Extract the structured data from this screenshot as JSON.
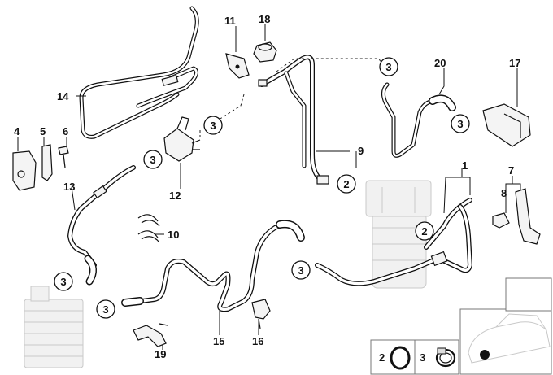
{
  "parts": {
    "p1": "1",
    "p4": "4",
    "p5": "5",
    "p6": "6",
    "p7": "7",
    "p8": "8",
    "p9": "9",
    "p10": "10",
    "p11": "11",
    "p12": "12",
    "p13": "13",
    "p14": "14",
    "p15": "15",
    "p16": "16",
    "p17": "17",
    "p18": "18",
    "p19": "19",
    "p20": "20"
  },
  "callouts": {
    "c2": "2",
    "c3": "3"
  },
  "legend": {
    "l2": "2",
    "l3": "3"
  }
}
